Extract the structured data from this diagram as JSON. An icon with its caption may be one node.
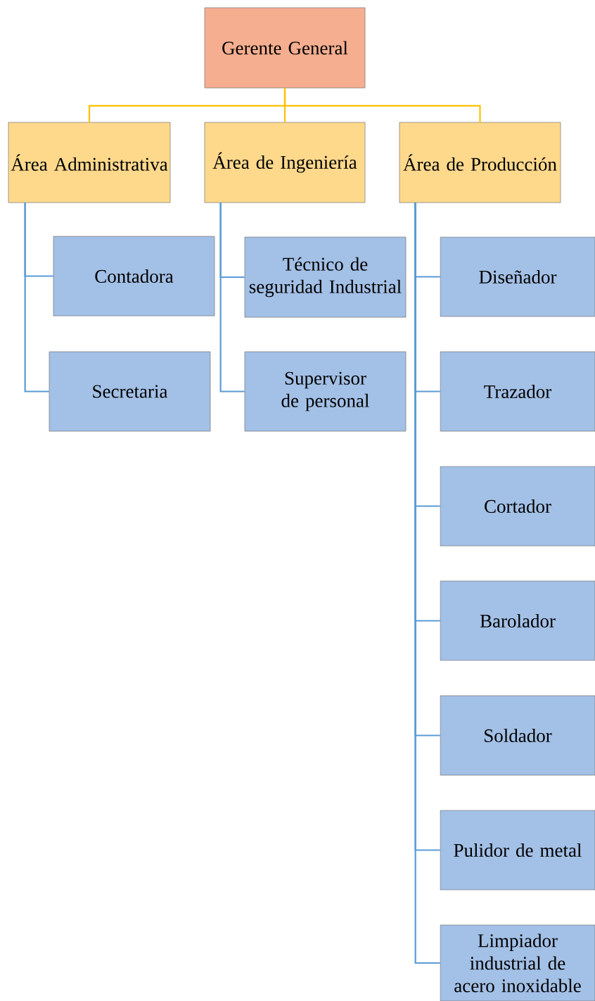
{
  "diagram": {
    "nodes": [
      {
        "text": [
          "Gerente General"
        ]
      },
      {
        "text": [
          "Área Administrativa"
        ]
      },
      {
        "text": [
          "Área de Ingeniería"
        ]
      },
      {
        "text": [
          "Área de Producción"
        ]
      },
      {
        "text": [
          "Contadora"
        ]
      },
      {
        "text": [
          "Secretaria"
        ]
      },
      {
        "text": [
          "Técnico de seguridad Industrial"
        ]
      },
      {
        "text": [
          "Supervisor de personal"
        ]
      },
      {
        "text": [
          "Diseñador"
        ]
      },
      {
        "text": [
          "Trazador"
        ]
      },
      {
        "text": [
          "Cortador"
        ]
      },
      {
        "text": [
          "Barolador"
        ]
      },
      {
        "text": [
          "Soldador"
        ]
      },
      {
        "text": [
          "Pulidor de metal"
        ]
      },
      {
        "text": [
          "Limpiador industrial de acero inoxidable"
        ]
      }
    ],
    "edges": [
      {
        "from": 0,
        "to": 1,
        "arrow": "none",
        "color": "#ffc000"
      },
      {
        "from": 0,
        "to": 2,
        "arrow": "none",
        "color": "#ffc000"
      },
      {
        "from": 0,
        "to": 3,
        "arrow": "none",
        "color": "#ffc000"
      },
      {
        "from": 1,
        "to": 4,
        "arrow": "none"
      },
      {
        "from": 1,
        "to": 5,
        "arrow": "none"
      },
      {
        "from": 2,
        "to": 6,
        "arrow": "none"
      },
      {
        "from": 2,
        "to": 7,
        "arrow": "none"
      },
      {
        "from": 3,
        "to": 8,
        "arrow": "none"
      },
      {
        "from": 3,
        "to": 9,
        "arrow": "none"
      },
      {
        "from": 3,
        "to": 10,
        "arrow": "none"
      },
      {
        "from": 3,
        "to": 11,
        "arrow": "none"
      },
      {
        "from": 3,
        "to": 12,
        "arrow": "none"
      },
      {
        "from": 3,
        "to": 13,
        "arrow": "none"
      },
      {
        "from": 3,
        "to": 14,
        "arrow": "none"
      }
    ]
  }
}
